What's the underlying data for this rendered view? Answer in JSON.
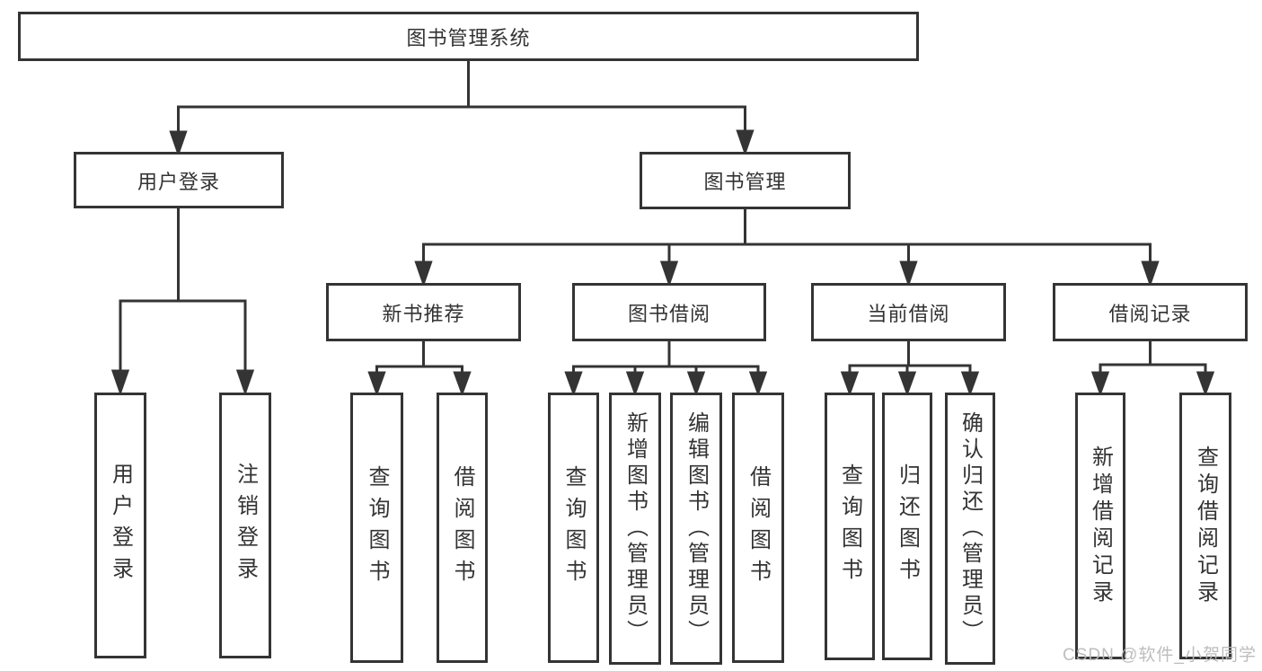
{
  "diagram": {
    "title": "图书管理系统",
    "root": {
      "label": "图书管理系统"
    },
    "level2": [
      {
        "label": "用户登录",
        "parent": "图书管理系统"
      },
      {
        "label": "图书管理",
        "parent": "图书管理系统"
      }
    ],
    "level3": [
      {
        "label": "新书推荐",
        "parent": "图书管理"
      },
      {
        "label": "图书借阅",
        "parent": "图书管理"
      },
      {
        "label": "当前借阅",
        "parent": "图书管理"
      },
      {
        "label": "借阅记录",
        "parent": "图书管理"
      }
    ],
    "level4": [
      {
        "label": "用户登录",
        "parent": "用户登录"
      },
      {
        "label": "注销登录",
        "parent": "用户登录"
      },
      {
        "label": "查询图书",
        "parent": "新书推荐"
      },
      {
        "label": "借阅图书",
        "parent": "新书推荐"
      },
      {
        "label": "查询图书",
        "parent": "图书借阅"
      },
      {
        "label": "新增图书（管理员）",
        "parent": "图书借阅"
      },
      {
        "label": "编辑图书（管理员）",
        "parent": "图书借阅"
      },
      {
        "label": "借阅图书",
        "parent": "图书借阅"
      },
      {
        "label": "查询图书",
        "parent": "当前借阅"
      },
      {
        "label": "归还图书",
        "parent": "当前借阅"
      },
      {
        "label": "确认归还（管理员）",
        "parent": "当前借阅"
      },
      {
        "label": "新增借阅记录",
        "parent": "借阅记录"
      },
      {
        "label": "查询借阅记录",
        "parent": "借阅记录"
      }
    ],
    "colors": {
      "line": "#343434",
      "text": "#333333",
      "background": "#ffffff",
      "watermark": "#b9b9b9"
    }
  },
  "watermark": {
    "text": "CSDN @软件_小贺同学"
  }
}
